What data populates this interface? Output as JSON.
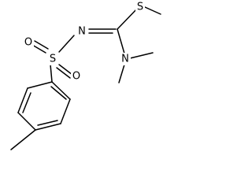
{
  "molecule": {
    "atoms": {
      "n_imine": "N",
      "s_thio": "S",
      "n_amine": "N",
      "s_sulfonyl": "S",
      "o_upper": "O",
      "o_lower": "O"
    }
  }
}
